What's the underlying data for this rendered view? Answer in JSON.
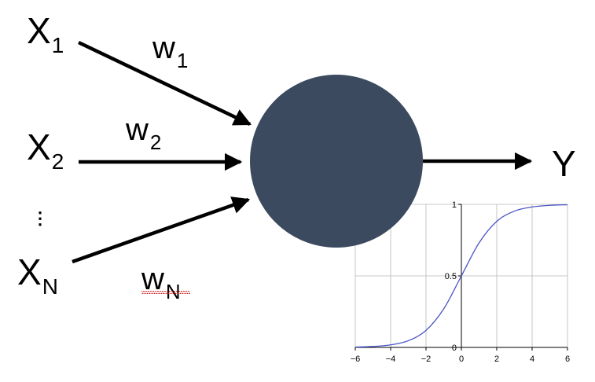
{
  "inputs": [
    {
      "symbol": "X",
      "subscript": "1"
    },
    {
      "symbol": "X",
      "subscript": "2"
    },
    {
      "symbol": "X",
      "subscript": "N"
    }
  ],
  "ellipsis": "⋮",
  "weights": [
    {
      "symbol": "w",
      "subscript": "1"
    },
    {
      "symbol": "w",
      "subscript": "2"
    },
    {
      "symbol": "w",
      "subscript": "N"
    }
  ],
  "output": {
    "symbol": "Y"
  },
  "colors": {
    "neuron": "#3b4a5e",
    "curve": "#4a55c4",
    "grid": "#b8b8b8",
    "spellcheck": "#d01818"
  },
  "chart_data": {
    "type": "line",
    "function": "sigmoid",
    "x": [
      -6,
      -5,
      -4,
      -3,
      -2,
      -1,
      0,
      1,
      2,
      3,
      4,
      5,
      6
    ],
    "y": [
      0.0025,
      0.0067,
      0.018,
      0.047,
      0.119,
      0.269,
      0.5,
      0.731,
      0.881,
      0.953,
      0.982,
      0.993,
      0.9975
    ],
    "xlim": [
      -6,
      6
    ],
    "ylim": [
      0,
      1
    ],
    "xticks": [
      "−6",
      "−4",
      "−2",
      "0",
      "2",
      "4",
      "6"
    ],
    "xtick_values": [
      -6,
      -4,
      -2,
      0,
      2,
      4,
      6
    ],
    "yticks": [
      "0",
      "0.5",
      "1"
    ],
    "ytick_values": [
      0,
      0.5,
      1
    ],
    "grid": true
  }
}
